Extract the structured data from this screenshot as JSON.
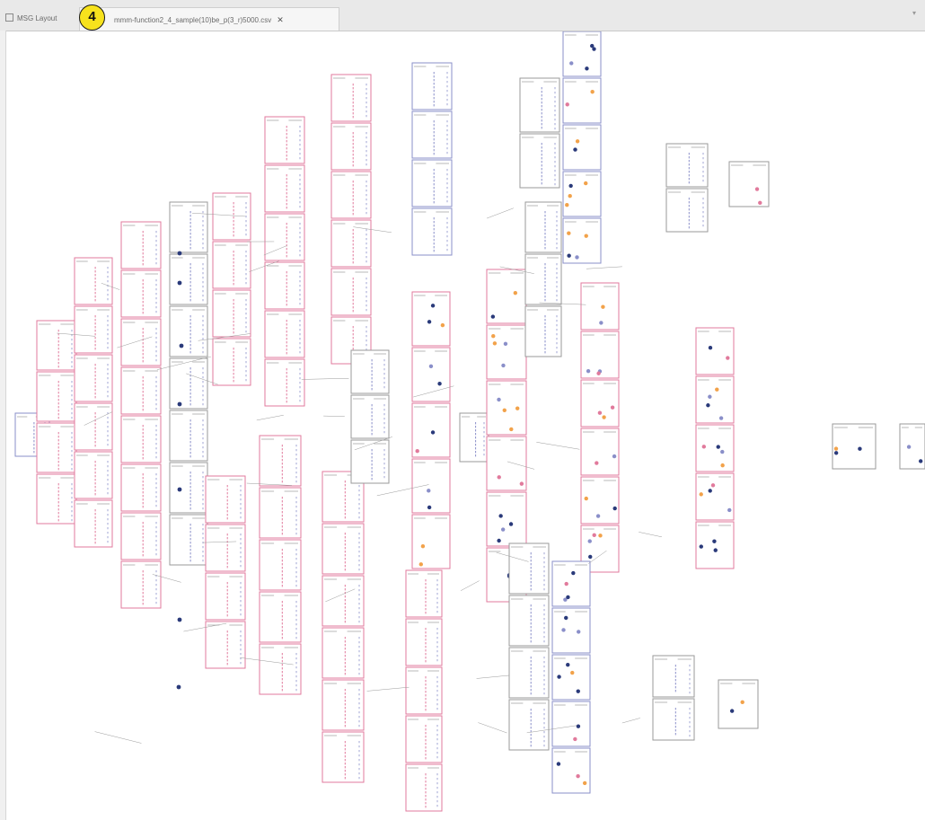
{
  "tabs": [
    {
      "label": "MSG Layout",
      "active": false
    },
    {
      "label": "mmm-function2_4_sample(10)be_p(3_r)5000.csv",
      "active": true
    }
  ],
  "badge": {
    "value": "4",
    "color": "#f7e21d"
  },
  "colors": {
    "pink": "#e17a9c",
    "blue": "#8a8fc9",
    "orange": "#f2a24a",
    "navy": "#2a3a7a",
    "grey": "#9a9a9a"
  },
  "icons": {
    "tab_close": "close-icon",
    "tab_layout": "layout-icon"
  }
}
